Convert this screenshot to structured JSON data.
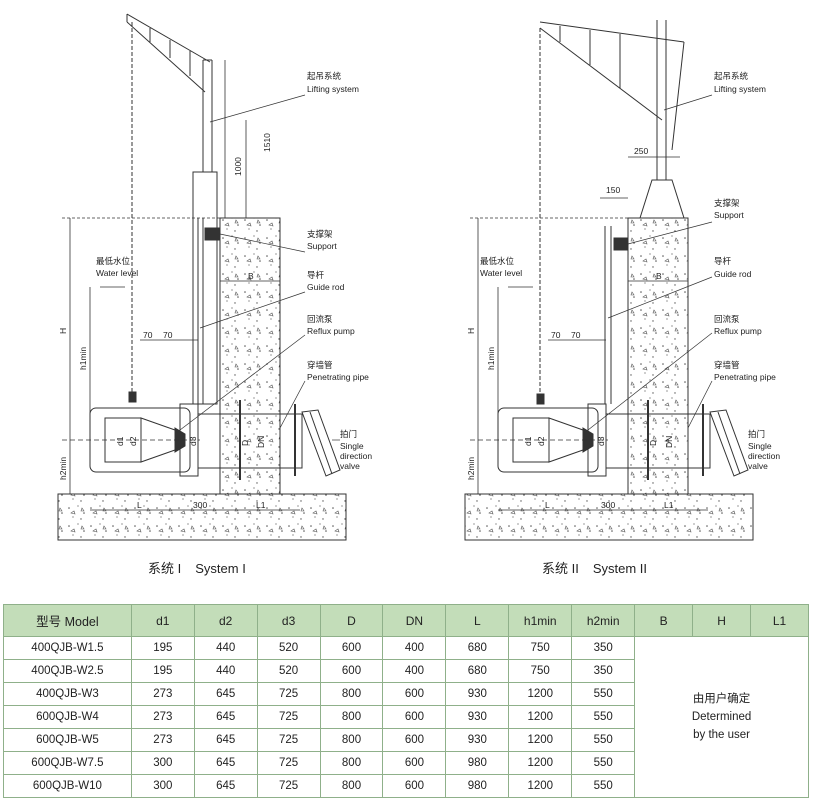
{
  "systems": [
    {
      "caption_zh": "系统 I",
      "caption_en": "System I",
      "lifting_zh": "起吊系统",
      "lifting_en": "Lifting system",
      "support_zh": "支撑架",
      "support_en": "Support",
      "guide_zh": "导杆",
      "guide_en": "Guide rod",
      "pump_zh": "回流泵",
      "pump_en": "Reflux pump",
      "pipe_zh": "穿墙管",
      "pipe_en": "Penetrating pipe",
      "valve_zh": "拍门",
      "valve_en_1": "Single",
      "valve_en_2": "direction",
      "valve_en_3": "valve",
      "water_zh": "最低水位",
      "water_en": "Water level",
      "dim_1510": "1510",
      "dim_1000": "1000",
      "dim_70a": "70",
      "dim_70b": "70",
      "dim_300": "300",
      "dim_B": "B",
      "dim_H": "H",
      "dim_h1": "h1min",
      "dim_h2": "h2min",
      "dim_L": "L",
      "dim_L1": "L1",
      "dim_d1": "d1",
      "dim_d2": "d2",
      "dim_d3": "d3",
      "dim_D": "D",
      "dim_DN": "DN"
    },
    {
      "caption_zh": "系统 II",
      "caption_en": "System II",
      "lifting_zh": "起吊系统",
      "lifting_en": "Lifting system",
      "support_zh": "支撑架",
      "support_en": "Support",
      "guide_zh": "导杆",
      "guide_en": "Guide rod",
      "pump_zh": "回流泵",
      "pump_en": "Reflux pump",
      "pipe_zh": "穿墙管",
      "pipe_en": "Penetrating pipe",
      "valve_zh": "拍门",
      "valve_en_1": "Single",
      "valve_en_2": "direction",
      "valve_en_3": "valve",
      "water_zh": "最低水位",
      "water_en": "Water level",
      "dim_250": "250",
      "dim_150": "150",
      "dim_70a": "70",
      "dim_70b": "70",
      "dim_300": "300",
      "dim_B": "B",
      "dim_H": "H",
      "dim_h1": "h1min",
      "dim_h2": "h2min",
      "dim_L": "L",
      "dim_L1": "L1",
      "dim_d1": "d1",
      "dim_d2": "d2",
      "dim_d3": "d3",
      "dim_D": "D",
      "dim_DN": "DN"
    }
  ],
  "table": {
    "headers": [
      "型号 Model",
      "d1",
      "d2",
      "d3",
      "D",
      "DN",
      "L",
      "h1min",
      "h2min",
      "B",
      "H",
      "L1"
    ],
    "rows": [
      [
        "400QJB-W1.5",
        "195",
        "440",
        "520",
        "600",
        "400",
        "680",
        "750",
        "350"
      ],
      [
        "400QJB-W2.5",
        "195",
        "440",
        "520",
        "600",
        "400",
        "680",
        "750",
        "350"
      ],
      [
        "400QJB-W3",
        "273",
        "645",
        "725",
        "800",
        "600",
        "930",
        "1200",
        "550"
      ],
      [
        "600QJB-W4",
        "273",
        "645",
        "725",
        "800",
        "600",
        "930",
        "1200",
        "550"
      ],
      [
        "600QJB-W5",
        "273",
        "645",
        "725",
        "800",
        "600",
        "930",
        "1200",
        "550"
      ],
      [
        "600QJB-W7.5",
        "300",
        "645",
        "725",
        "800",
        "600",
        "980",
        "1200",
        "550"
      ],
      [
        "600QJB-W10",
        "300",
        "645",
        "725",
        "800",
        "600",
        "980",
        "1200",
        "550"
      ]
    ],
    "merged_zh": "由用户确定",
    "merged_en_1": "Determined",
    "merged_en_2": "by the user"
  },
  "colors": {
    "header_bg": "#c3ddb9",
    "border": "#8fb08a",
    "line": "#333333"
  }
}
